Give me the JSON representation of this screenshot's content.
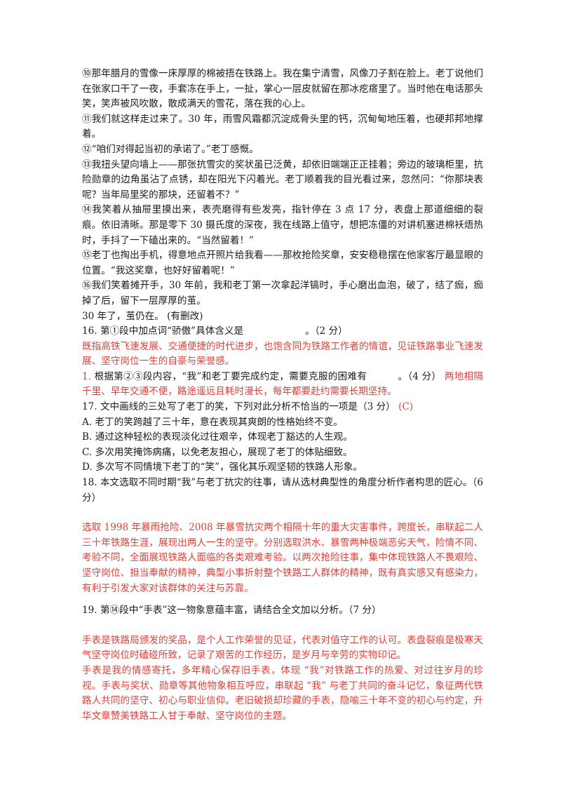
{
  "passage": [
    "⑩那年腊月的雪像一床厚厚的棉被捂在铁路上。我在集宁清雪，风像刀子割在脸上。老丁说他们在张家口干了一夜，手套冻在手上，一扯，掌心一层皮就留在那冰疙瘩里了。当时他在电话那头笑，笑声被风吹散，散成满天的雪花，落在我的心上。",
    "⑪我们就这样走过来了。30 年，雨雪风霜都沉淀成骨头里的钙，沉甸甸地压着，也硬邦邦地撑着。",
    "⑫“咱们对得起当初的承诺了。”老丁感慨。",
    "⑬我扭头望向墙上——那张抗雪灾的奖状虽已泛黄，却依旧端端正正挂着；旁边的玻璃柜里，抗险勋章的边角虽沾了点锈，却在阳光下闪着光。老丁顺着我的目光看过来，忽然问：“你那块表呢？当年局里奖的那块，还留着不？”",
    "⑭我笑着从抽屉里摸出来，表壳磨得有些发亮，指针停在 3 点 17 分，表盘上那道细细的裂痕。依旧清晰。那是零下 30 摄氏度的深夜，我在线路上值守，想把冻僵的对讲机塞进棉袄焐热时，手抖了一下磕出来的。“当然留着！”",
    "⑮老丁也掏出手机，得意地点开照片给我看——那枚抢险奖章，安安稳稳摆在他家客厅最显眼的位置。“我这奖章，也好好留着呢！”",
    "⑯我们笑着摊开手，30 年前，我和老丁第一次拿起洋镐时，手心磨出血泡，破了，结了痂，痂掉了后，留下一层厚厚的茧。",
    "30 年了，茧仍在。 (有删改)"
  ],
  "q16": {
    "label": "16. 第①段中加点词“骄傲”具体含义是",
    "score": "。（2 分）",
    "answer": "既指高铁飞速发展、交通便捷的时代进步，也饱含同为铁路工作者的情谊，见证铁路事业飞速发展、坚守岗位一生的自豪与荣誉感。"
  },
  "q1": {
    "number": "1.",
    "label": "根据第②③段内容，“我”和老丁要完成约定，需要克服的困难有",
    "score": "。（4 分）",
    "answer": "两地相隔千里、早年交通不便，路途遥远且耗时漫长，每年都要赴约需要长期坚持。"
  },
  "q17": {
    "label": "17. 文中画线的三处写了老丁的笑，下列对此分析不恰当的一项是（3 分）",
    "answer": "(C)",
    "options": [
      "A.  老丁的笑跨越了三十年，意在表现其爽朗的性格始终不变。",
      "B.  通过这种轻松的表现淡化过往艰辛，体现老丁豁达的人生观。",
      "C.  多次用笑掩饰病痛，以免老友担心，展现了老丁的体贴细致。",
      "D.  多次写不同情境下老丁的“笑”，强化其乐观坚韧的铁路人形象。"
    ]
  },
  "q18": {
    "label": "18. 本文选取不同时期“我”与老丁抗灾的往事，请从选材典型性的角度分析作者构思的匠心。（6 分）",
    "answer": "选取 1998 年暴雨抢险、2008 年暴雪抗灾两个相隔十年的重大灾害事件，跨度长，串联起二人三十年铁路生涯，展现出两人一生的坚守。分别选取洪水、暴雪两种极端恶劣天气，险情不同、考验不同，全面展现铁路人面临的各类艰难考验。以两次抢险往事，集中体现铁路人不畏艰险、坚守岗位、担当奉献的精神，典型小事折射整个铁路工人群体的精神，既有真实感又有感染力，有利于引发大家对该群体的关注与苏靠。"
  },
  "q19": {
    "label": "19. 第⑭段中“手表”这一物象意蕴丰富，请结合全文加以分析。（7 分）",
    "answers": [
      "手表是铁路局颁发的奖品，是个人工作荣誉的见证，代表对值守工作的认可。表盘裂痕是极寒天气坚守岗位时磕碰所致，记录了艰苦的工作经历，是岁月与辛劳的实物印记。",
      "手表是我的情感寄托，多年精心保存旧手表，体现 “我”对铁路工作的热爱、对过往岁月的珍视。手表与奖状、勋章等其他物象相互呼应，串联起 “我” 与老丁共同的奋斗记忆，象征两代铁路人共同的坚守、初心与职业信仰。老旧破损却珍藏的手表，隐喻三十年不变的初心与约定，升华文章赞美铁路工人甘于奉献、坚守岗位的主题。"
    ]
  },
  "colors": {
    "answer_red": "#e0403a",
    "text": "#1a1a1a"
  }
}
